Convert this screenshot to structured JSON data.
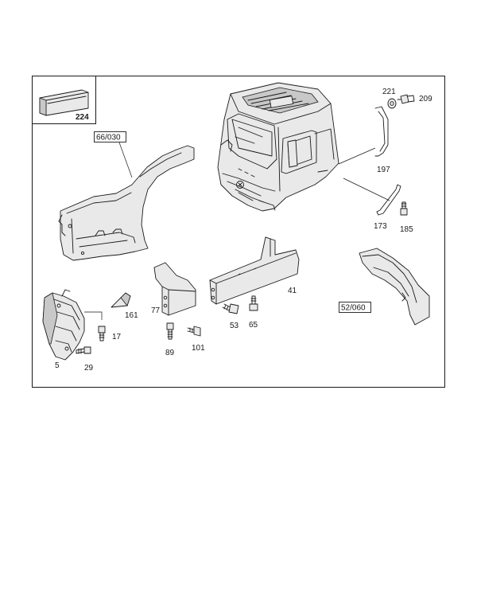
{
  "inset": {
    "part_number": "224"
  },
  "references": {
    "fender_group": "66/030",
    "wheel_arch_group": "52/060"
  },
  "callouts": {
    "c221": "221",
    "c209": "209",
    "c197": "197",
    "c173": "173",
    "c185": "185",
    "c161": "161",
    "c77": "77",
    "c41": "41",
    "c17": "17",
    "c5": "5",
    "c29": "29",
    "c89": "89",
    "c101": "101",
    "c53": "53",
    "c65": "65"
  }
}
